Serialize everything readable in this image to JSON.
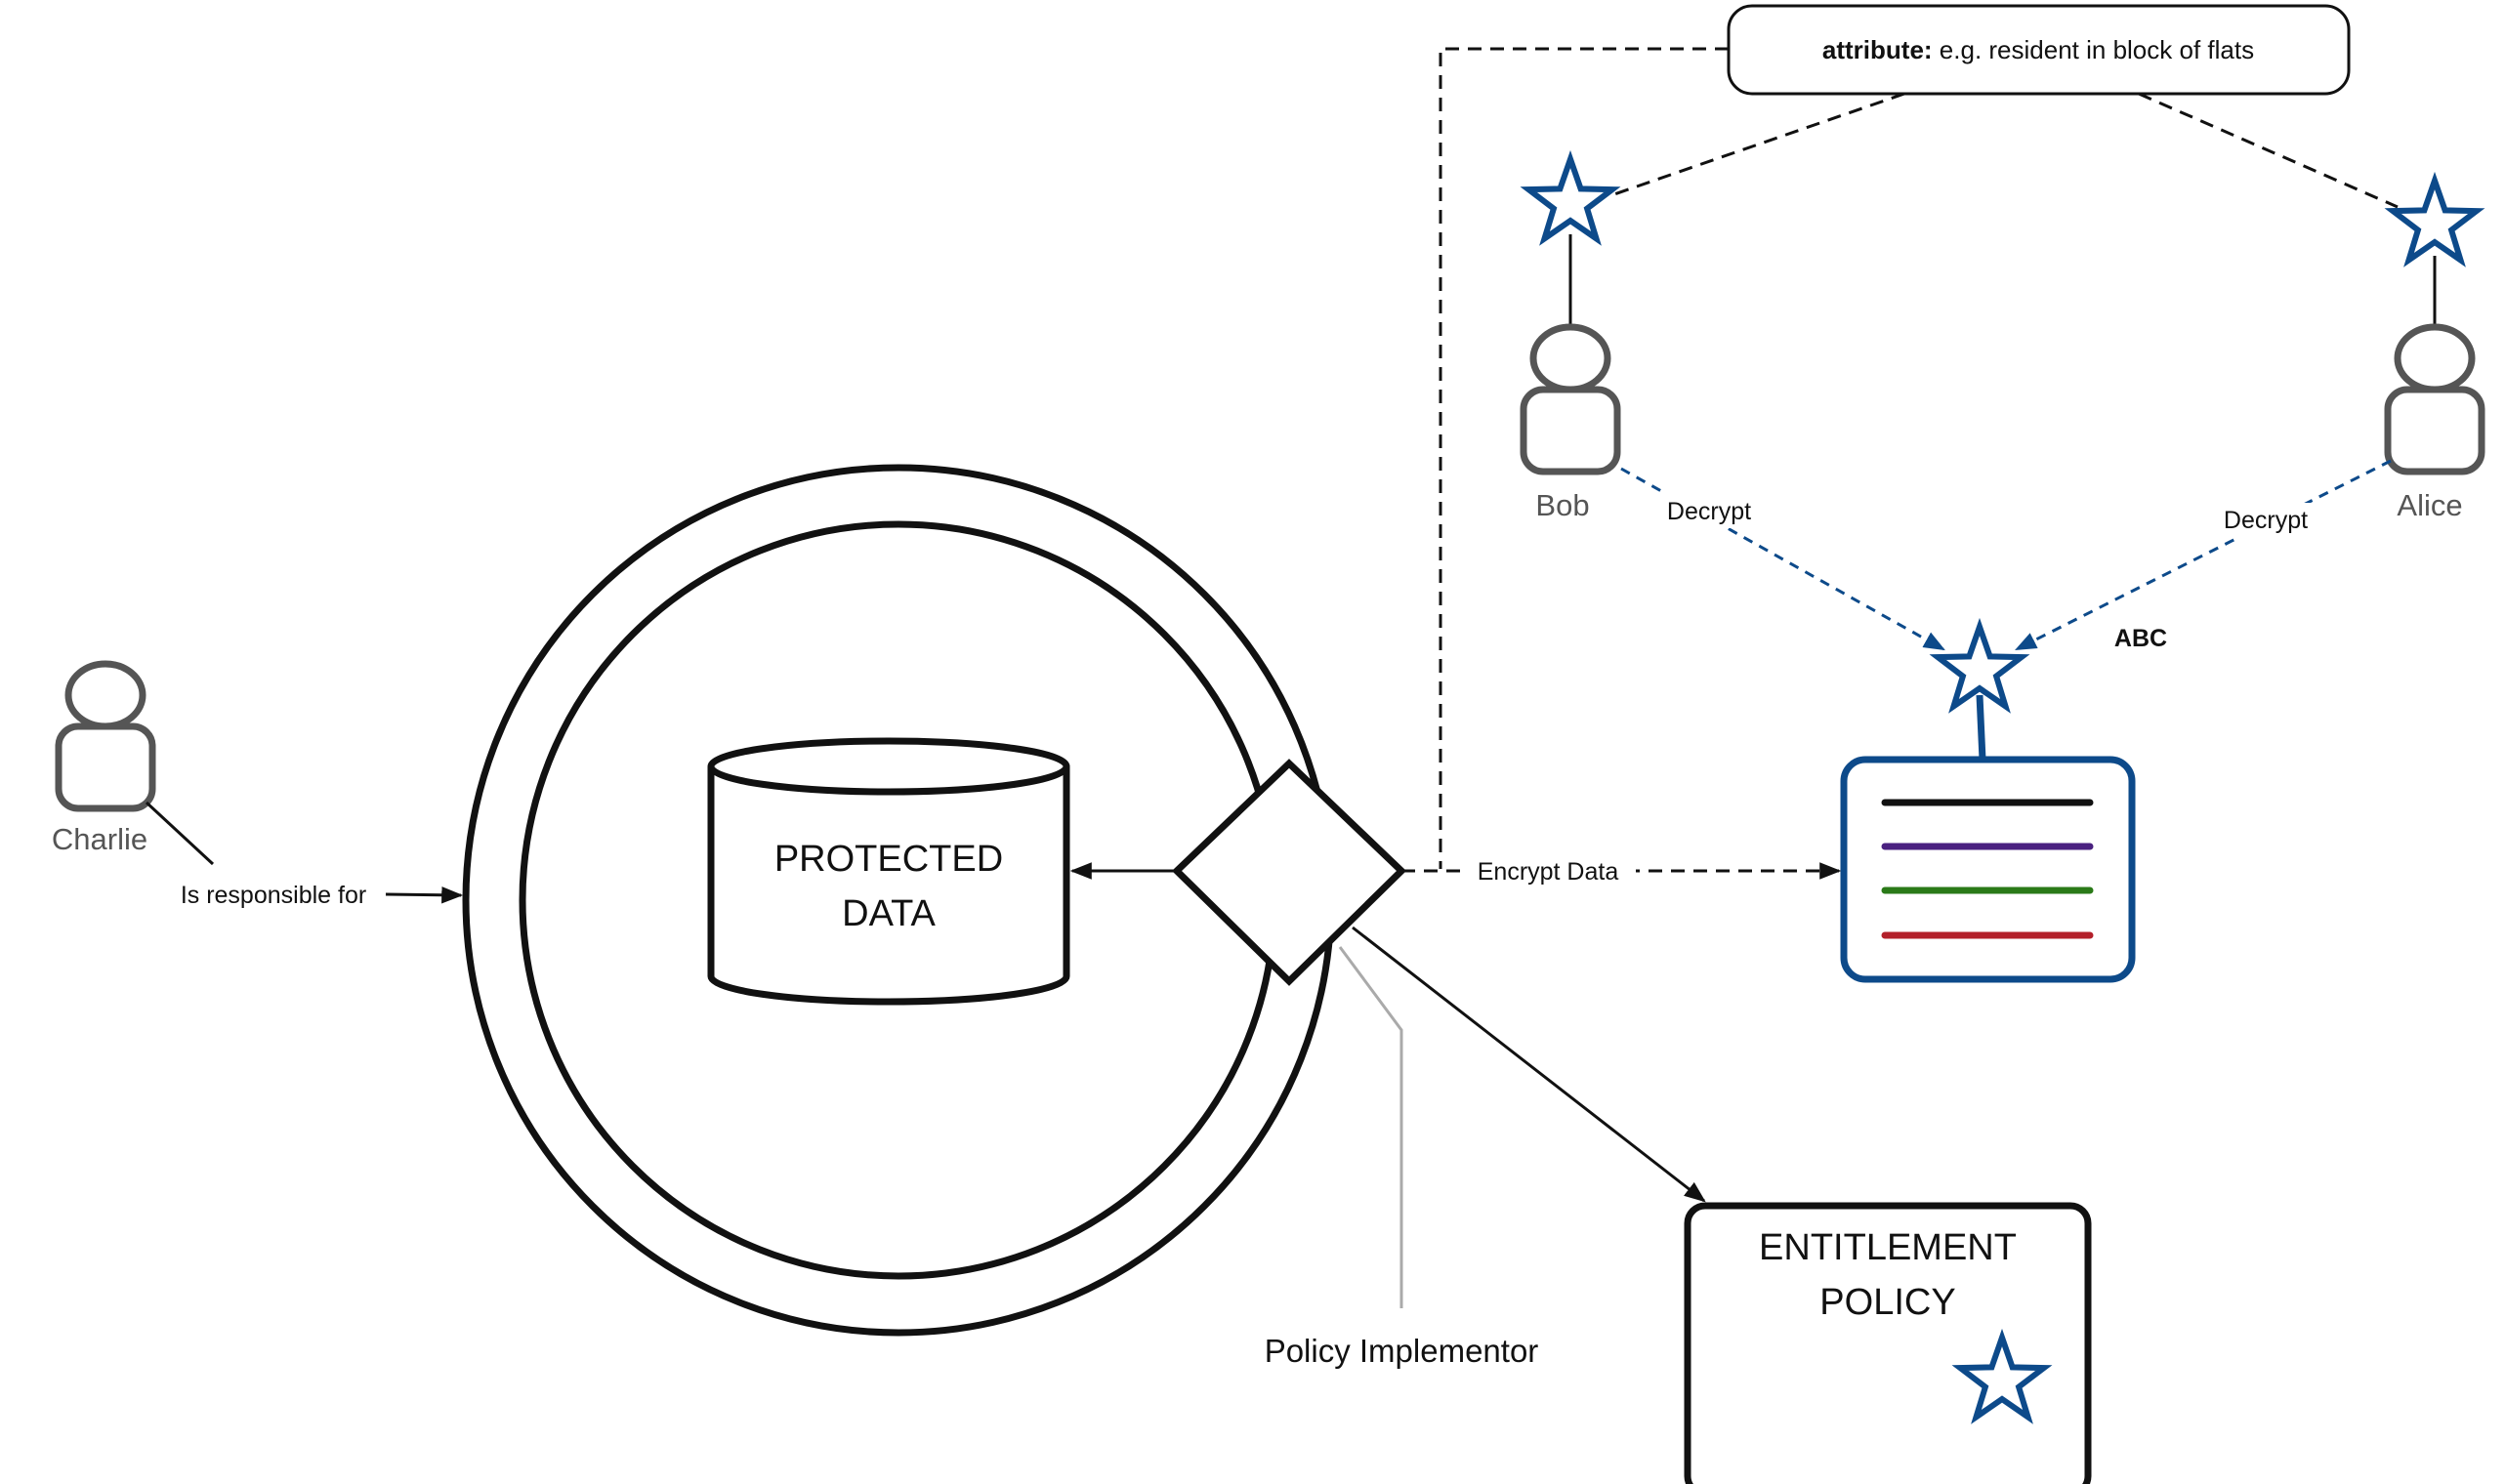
{
  "attribute_box": {
    "key": "attribute:",
    "value": " e.g. resident in block of flats"
  },
  "people": {
    "charlie": "Charlie",
    "bob": "Bob",
    "alice": "Alice"
  },
  "edges": {
    "charlie_responsible": "Is responsible for",
    "bob_decrypt": "Decrypt",
    "alice_decrypt": "Decrypt",
    "encrypt": "Encrypt Data"
  },
  "data_store": {
    "line1": "PROTECTED",
    "line2": "DATA"
  },
  "policy_implementor": "Policy Implementor",
  "entitlement_policy": {
    "line1": "ENTITLEMENT",
    "line2": "POLICY"
  },
  "ciphertext_label": "ABC",
  "colors": {
    "stroke": "#111111",
    "accent_blue": "#0d4a8a",
    "person_gray": "#555555",
    "doc_line_black": "#111111",
    "doc_line_purple": "#4a2180",
    "doc_line_green": "#2a7a18",
    "doc_line_red": "#b3202a"
  },
  "icons": [
    "person-icon",
    "star-icon",
    "document-icon",
    "cylinder-icon",
    "diamond-icon"
  ]
}
